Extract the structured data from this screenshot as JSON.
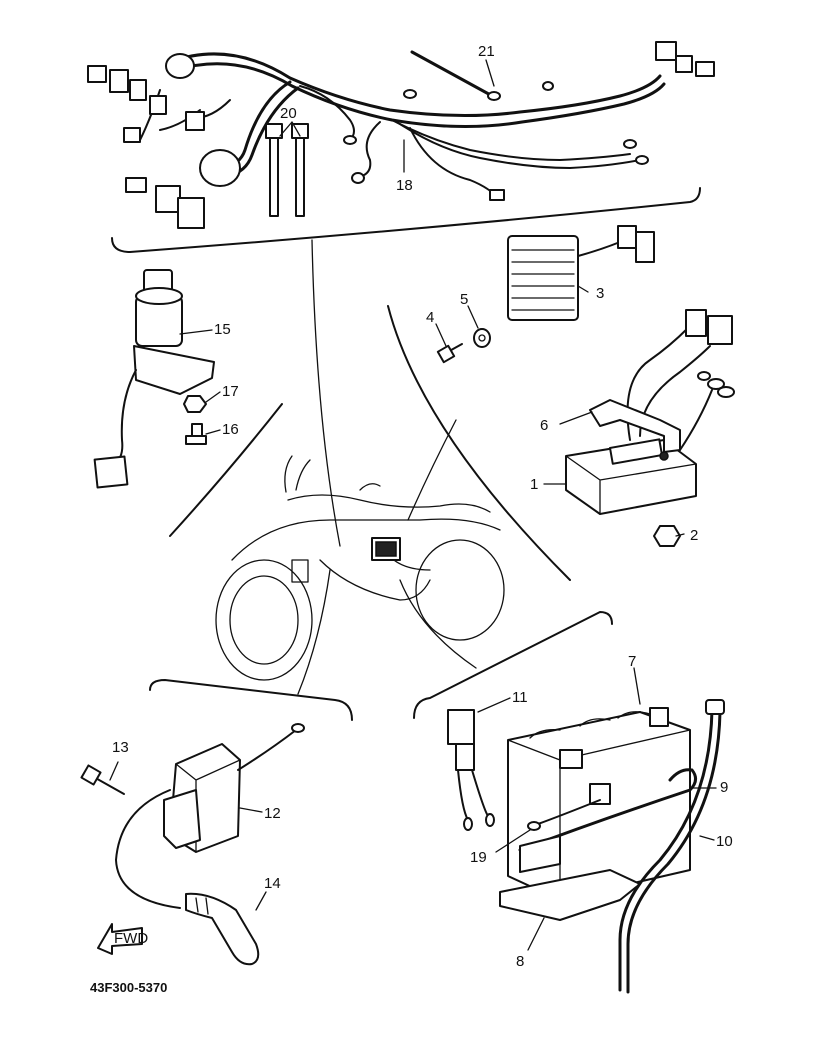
{
  "diagram": {
    "part_code": "43F300-5370",
    "fwd_label": "FWD",
    "callouts": [
      {
        "id": "c1",
        "text": "1"
      },
      {
        "id": "c2",
        "text": "2"
      },
      {
        "id": "c3",
        "text": "3"
      },
      {
        "id": "c4",
        "text": "4"
      },
      {
        "id": "c5",
        "text": "5"
      },
      {
        "id": "c6",
        "text": "6"
      },
      {
        "id": "c7",
        "text": "7"
      },
      {
        "id": "c8",
        "text": "8"
      },
      {
        "id": "c9",
        "text": "9"
      },
      {
        "id": "c10",
        "text": "10"
      },
      {
        "id": "c11",
        "text": "11"
      },
      {
        "id": "c12",
        "text": "12"
      },
      {
        "id": "c13",
        "text": "13"
      },
      {
        "id": "c14",
        "text": "14"
      },
      {
        "id": "c15",
        "text": "15"
      },
      {
        "id": "c16",
        "text": "16"
      },
      {
        "id": "c17",
        "text": "17"
      },
      {
        "id": "c18",
        "text": "18"
      },
      {
        "id": "c19",
        "text": "19"
      },
      {
        "id": "c20",
        "text": "20"
      },
      {
        "id": "c21",
        "text": "21"
      }
    ]
  }
}
